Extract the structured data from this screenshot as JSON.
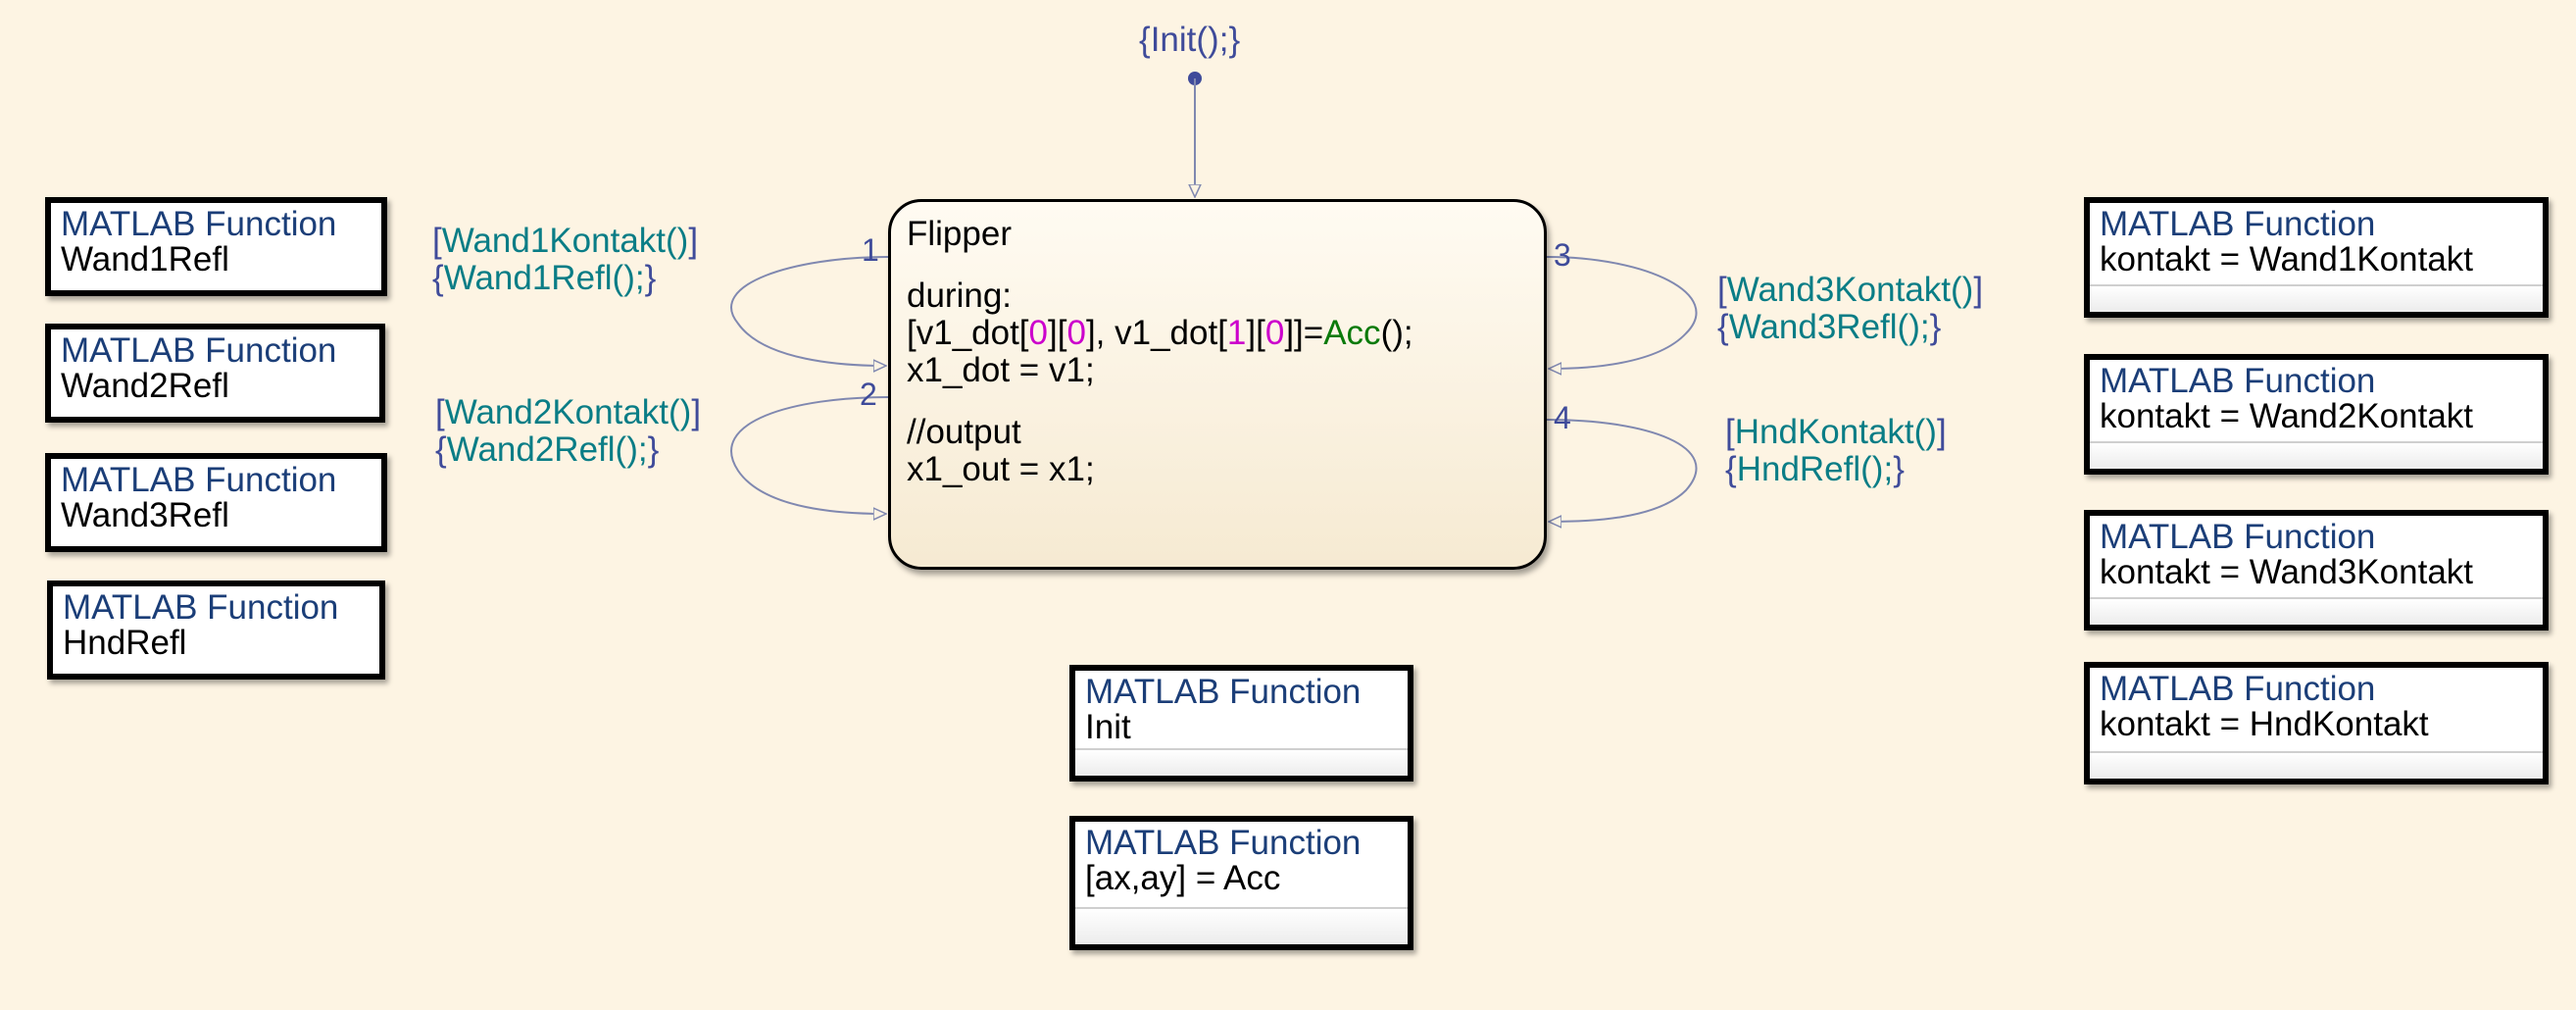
{
  "chart": {
    "default_transition_action": {
      "open": "{",
      "call": "Init",
      "close": "();}"
    },
    "state": {
      "name": "Flipper",
      "during_label": "during:",
      "line1": {
        "a": "[v1_dot[",
        "b": "0",
        "c": "][",
        "d": "0",
        "e": "], v1_dot[",
        "f": "1",
        "g": "][",
        "h": "0",
        "i": "]]=",
        "j": "Acc",
        "k": "();"
      },
      "line2": "x1_dot = v1;",
      "comment": "//output",
      "line3": "x1_out = x1;"
    },
    "transitions": [
      {
        "order": "1",
        "condition": "Wand1Kontakt()",
        "action": "Wand1Refl();"
      },
      {
        "order": "2",
        "condition": "Wand2Kontakt()",
        "action": "Wand2Refl();"
      },
      {
        "order": "3",
        "condition": "Wand3Kontakt()",
        "action": "Wand3Refl();"
      },
      {
        "order": "4",
        "condition": "HndKontakt()",
        "action": "HndRefl();"
      }
    ],
    "brackets": {
      "open_sq": "[",
      "close_sq": "]",
      "open_br": "{",
      "close_br": ";}"
    }
  },
  "functions": [
    {
      "keyword": "MATLAB Function",
      "name": "Wand1Refl"
    },
    {
      "keyword": "MATLAB Function",
      "name": "Wand2Refl"
    },
    {
      "keyword": "MATLAB Function",
      "name": "Wand3Refl"
    },
    {
      "keyword": "MATLAB Function",
      "name": "HndRefl"
    },
    {
      "keyword": "MATLAB Function",
      "name": "Init"
    },
    {
      "keyword": "MATLAB Function",
      "name": "[ax,ay] = Acc"
    },
    {
      "keyword": "MATLAB Function",
      "name": "kontakt = Wand1Kontakt"
    },
    {
      "keyword": "MATLAB Function",
      "name": "kontakt = Wand2Kontakt"
    },
    {
      "keyword": "MATLAB Function",
      "name": "kontakt = Wand3Kontakt"
    },
    {
      "keyword": "MATLAB Function",
      "name": "kontakt = HndKontakt"
    }
  ],
  "colors": {
    "background": "#fdf4e3",
    "keyword": "#1b3e78",
    "transition_bracket": "#3f4b9a",
    "transition_text": "#0a7d86",
    "index_literal": "#cc00cc",
    "comment": "#116611"
  }
}
